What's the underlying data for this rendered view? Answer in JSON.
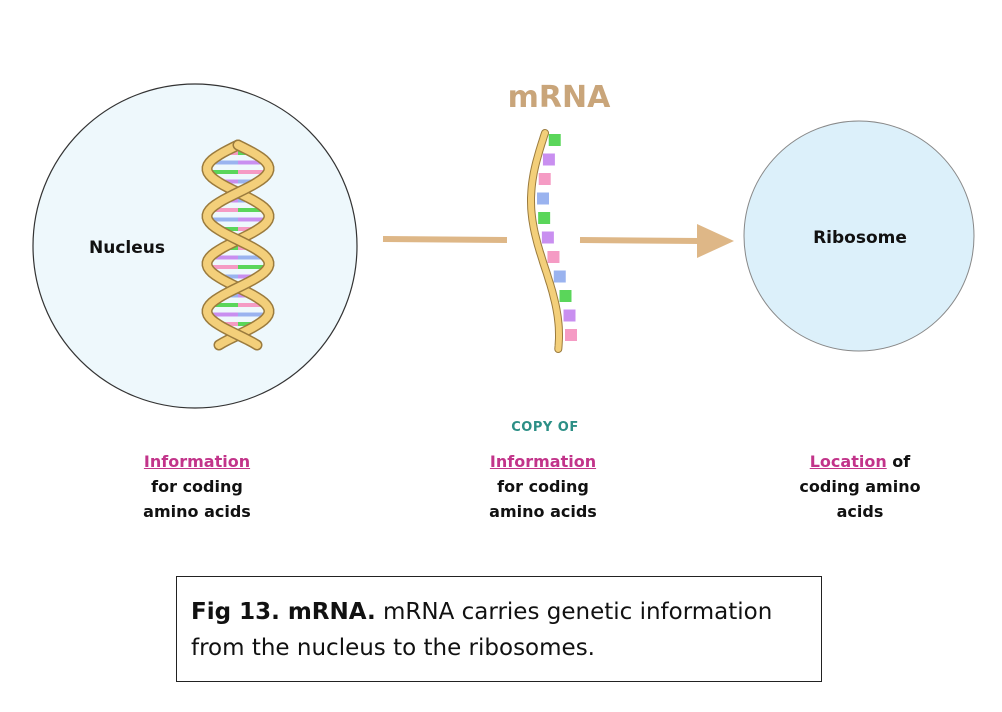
{
  "diagram": {
    "mrna_title": "mRNA",
    "nucleus_label": "Nucleus",
    "ribosome_label": "Ribosome",
    "copy_of": "COPY OF",
    "left_info": {
      "highlight": "Information",
      "line1": "for coding",
      "line2": "amino acids"
    },
    "middle_info": {
      "highlight": "Information",
      "line1": "for coding",
      "line2": "amino acids"
    },
    "right_info": {
      "highlight": "Location",
      "rest": " of",
      "line1": "coding amino",
      "line2": "acids"
    }
  },
  "caption": {
    "bold": "Fig 13. mRNA.",
    "text": " mRNA carries genetic information from the nucleus to the ribosomes."
  },
  "colors": {
    "nucleus_fill": "#eef8fc",
    "ribosome_fill": "#dcf0fa",
    "strand": "#f3cf7a",
    "strand_dark": "#9b7b3d",
    "arrow": "#deb787",
    "mrna_title": "#c9a57a",
    "highlight": "#c2348a",
    "copy_of": "#2c8f86",
    "base_green": "#5ad65a",
    "base_purple": "#c98ff0",
    "base_pink": "#f59bc4",
    "base_blue": "#9ab3ef"
  }
}
